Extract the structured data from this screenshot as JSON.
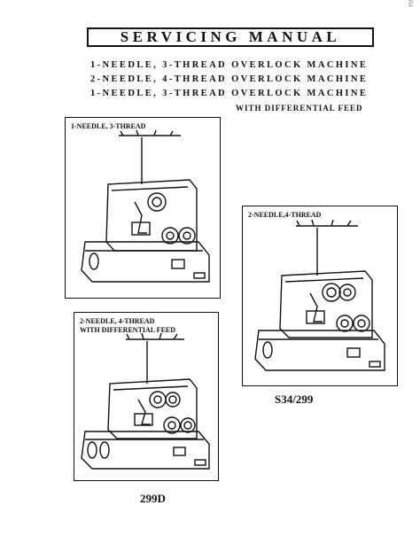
{
  "title": "SERVICING MANUAL",
  "lines": [
    "1-NEEDLE, 3-THREAD OVERLOCK MACHINE",
    "2-NEEDLE, 4-THREAD OVERLOCK MACHINE",
    "1-NEEDLE, 3-THREAD OVERLOCK MACHINE"
  ],
  "feed_line": "WITH DIFFERENTIAL FEED",
  "margin_mark": "r.84",
  "panels": [
    {
      "label": "1-NEEDLE, 3-THREAD"
    },
    {
      "label": "2-NEEDLE,4-THREAD"
    },
    {
      "label": "2-NEEDLE, 4-THREAD\nWITH DIFFERENTIAL FEED"
    }
  ],
  "models": {
    "right": "S34/299",
    "bottom": "299D"
  }
}
